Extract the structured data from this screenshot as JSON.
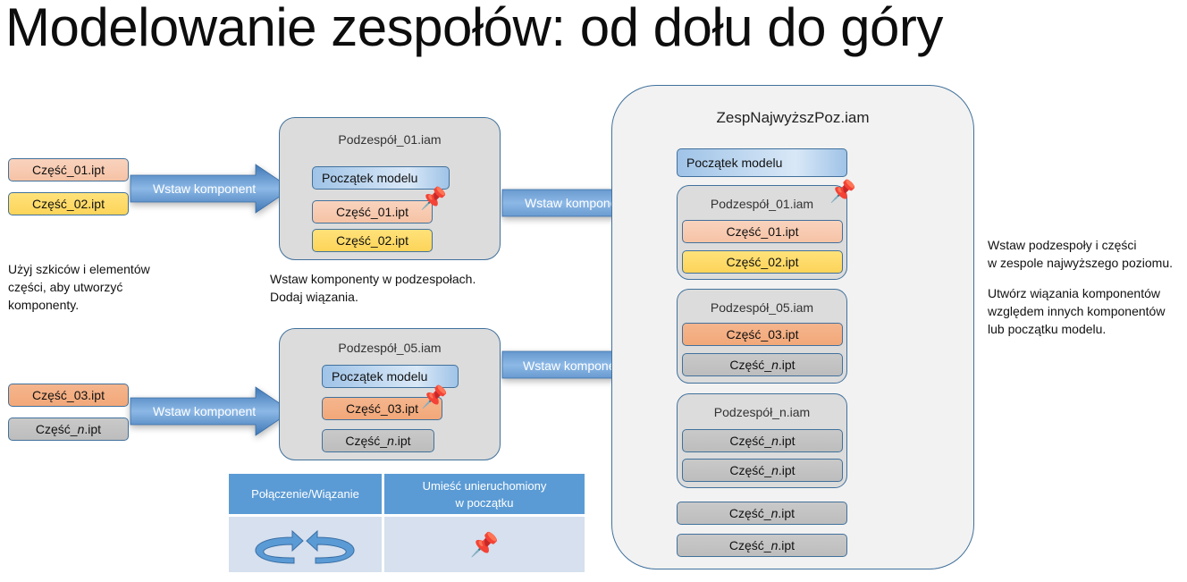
{
  "title": "Modelowanie zespołów: od dołu do góry",
  "colors": {
    "accent_blue": "#4f81bd",
    "arrow_blue": "#5b9bd5",
    "border_blue": "#41719c",
    "part_salmon": "#f8cbad",
    "part_yellow": "#ffd966",
    "part_orange": "#f4b183",
    "part_gray": "#bfbfbf",
    "legend_header": "#5b9bd5",
    "legend_body": "#d6e0ee"
  },
  "left_parts": {
    "group1": [
      "Część_01.ipt",
      "Część_02.ipt"
    ],
    "group2": [
      {
        "prefix": "Część_",
        "italic": "03",
        "suffix": ".ipt"
      },
      {
        "prefix": "Część_",
        "italic": "n",
        "suffix": ".ipt"
      }
    ]
  },
  "left_parts_text": {
    "p01": "Część_01.ipt",
    "p02": "Część_02.ipt",
    "p03": "Część_03.ipt",
    "pn_prefix": "Część_",
    "pn_italic": "n",
    "pn_suffix": ".ipt"
  },
  "insert_arrow_label": "Wstaw komponent",
  "notes": {
    "left": [
      "Użyj szkiców i elementów",
      "części, aby utworzyć",
      "komponenty."
    ],
    "middle": [
      "Wstaw komponenty w podzespołach.",
      "Dodaj wiązania."
    ],
    "right_p1": [
      "Wstaw podzespoły i części",
      "w zespole najwyższego poziomu."
    ],
    "right_p2": [
      "Utwórz wiązania komponentów",
      "względem innych komponentów",
      "lub początku modelu."
    ]
  },
  "subassemblies": {
    "sub01": {
      "title": "Podzespół_01.iam",
      "origin": "Początek modelu",
      "parts": [
        "Część_01.ipt",
        "Część_02.ipt"
      ]
    },
    "sub05": {
      "title": "Podzespół_05.iam",
      "origin": "Początek modelu",
      "parts": [
        "Część_03.ipt",
        "Część_n.ipt"
      ]
    }
  },
  "top_assembly": {
    "title": "ZespNajwyższPoz.iam",
    "origin": "Początek modelu",
    "sub01": {
      "title": "Podzespół_01.iam",
      "parts": [
        "Część_01.ipt",
        "Część_02.ipt"
      ]
    },
    "sub05": {
      "title": "Podzespół_05.iam",
      "parts": [
        "Część_03.ipt",
        "Część_n.ipt"
      ]
    },
    "subn": {
      "title": "Podzespół_n.iam",
      "parts": [
        "Część_n.ipt",
        "Część_n.ipt"
      ]
    },
    "loose_parts": [
      "Część_n.ipt",
      "Część_n.ipt"
    ]
  },
  "legend": {
    "col1_header": "Połączenie/Wiązanie",
    "col2_header_line1": "Umieść unieruchomiony",
    "col2_header_line2": "w początku",
    "col1_icon": "constraint-arrows-icon",
    "col2_icon": "pushpin-icon"
  }
}
